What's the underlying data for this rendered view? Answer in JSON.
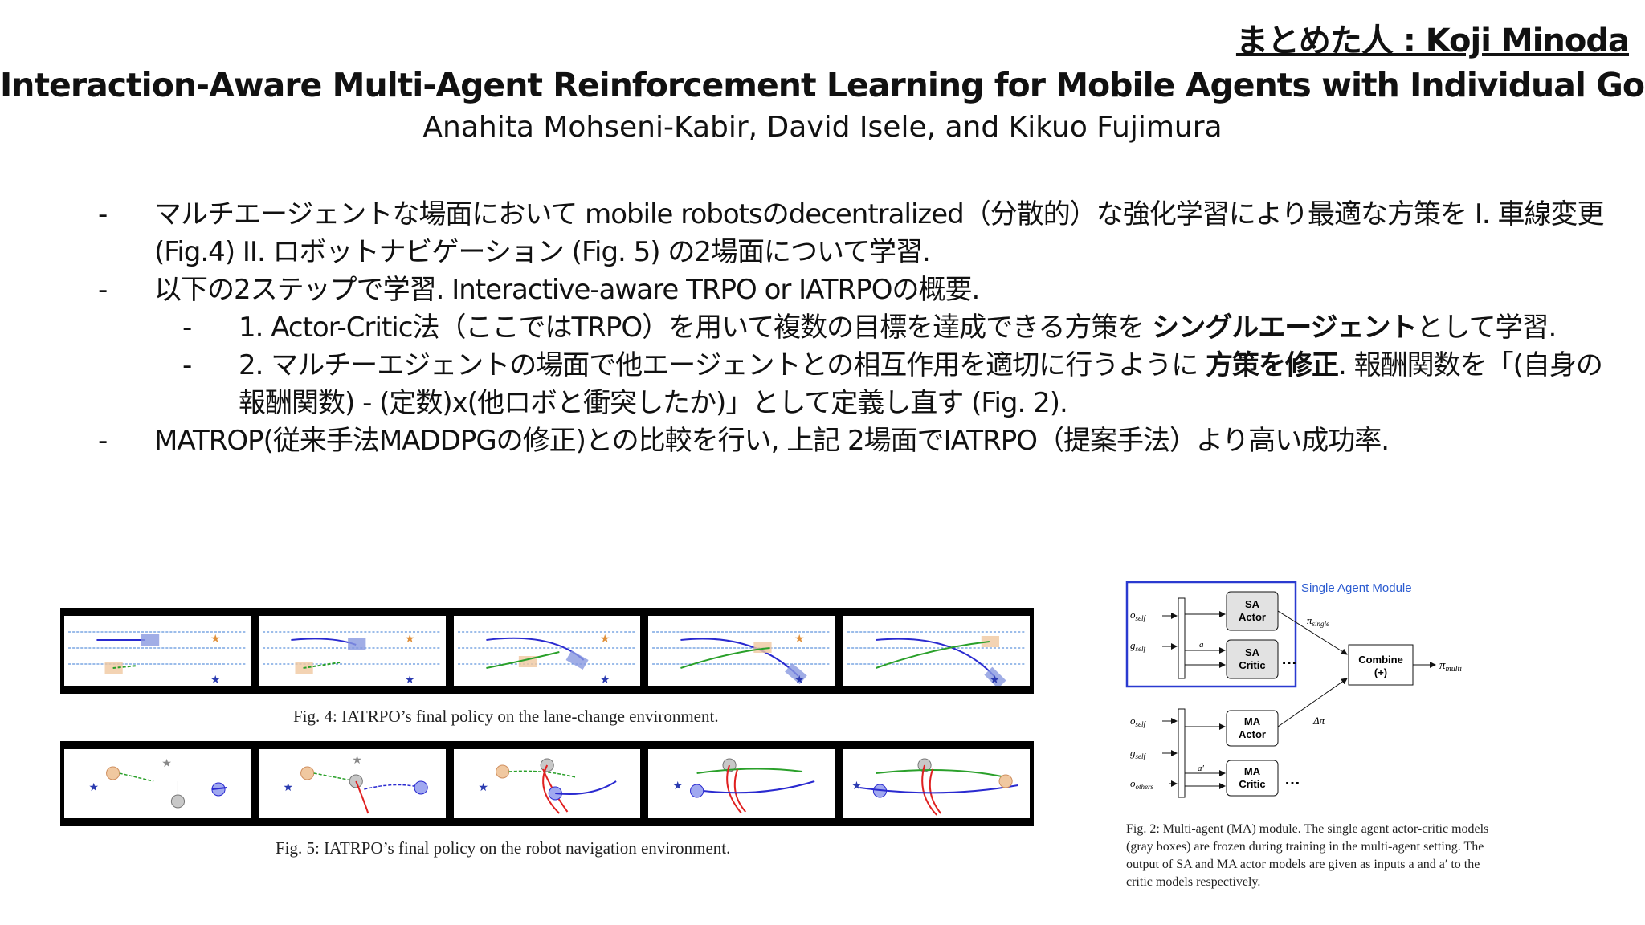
{
  "author_tag": "まとめた人 : Koji Minoda",
  "title": "Interaction-Aware Multi-Agent Reinforcement Learning for Mobile Agents with Individual Goals",
  "authors": "Anahita Mohseni-Kabir, David Isele, and Kikuo Fujimura",
  "bullets": {
    "b1": {
      "dash": "-",
      "p1": "マルチエージェントな場面において mobile robotsのdecentralized（分散的）な強化学習により最適な方策を I. 車線変更(Fig.4) II. ロボットナビゲーション (Fig. 5) の2場面について学習."
    },
    "b2": {
      "dash": "-",
      "p1": "以下の2ステップで学習.  Interactive-aware TRPO or IATRPOの概要."
    },
    "b3": {
      "dash": "-",
      "p1": "1. Actor-Critic法（ここではTRPO）を用いて複数の目標を達成できる方策を ",
      "bold": "シングルエージェント",
      "p2": "として学習."
    },
    "b4": {
      "dash": "-",
      "p1": "2. マルチーエジェントの場面で他エージェントとの相互作用を適切に行うように ",
      "bold": "方策を修正",
      "p2": ". 報酬関数を「(自身の報酬関数) - (定数)x(他ロボと衝突したか)」として定義し直す (Fig. 2)."
    },
    "b5": {
      "dash": "-",
      "p1": "MATROP(従来手法MADDPGの修正)との比較を行い, 上記 2場面でIATRPO（提案手法）より高い成功率."
    }
  },
  "fig4": {
    "caption": "Fig. 4: IATRPO’s final policy on the lane-change environment."
  },
  "fig5": {
    "caption": "Fig. 5: IATRPO’s final policy on the robot navigation environment."
  },
  "fig2": {
    "module_title": "Single Agent Module",
    "sa_actor": [
      "SA",
      "Actor"
    ],
    "sa_critic": [
      "SA",
      "Critic"
    ],
    "ma_actor": [
      "MA",
      "Actor"
    ],
    "ma_critic": [
      "MA",
      "Critic"
    ],
    "combine": [
      "Combine",
      "(+)"
    ],
    "in_o_self_1": "o",
    "in_o_self_1_sub": "self",
    "in_g_self_1": "g",
    "in_g_self_1_sub": "self",
    "in_o_self_2": "o",
    "in_o_self_2_sub": "self",
    "in_g_self_2": "g",
    "in_g_self_2_sub": "self",
    "in_o_others": "o",
    "in_o_others_sub": "others",
    "label_a": "a",
    "label_a_prime": "a′",
    "pi_single": "π",
    "pi_single_sub": "single",
    "pi_multi": "π",
    "pi_multi_sub": "multi",
    "delta_pi": "Δπ",
    "ellipsis_1": "…",
    "ellipsis_2": "…",
    "caption": "Fig. 2: Multi-agent (MA) module. The single agent actor-critic models (gray boxes) are frozen during training in the multi-agent setting. The output of SA and MA actor models are given as inputs a and a′ to the critic models respectively."
  },
  "colors": {
    "path_blue": "#2a2ad0",
    "path_green": "#2aa02a",
    "path_red": "#e02020",
    "lane": "#3a7bd5",
    "star_orange": "#e0903a",
    "star_blue": "#2a3ab0",
    "module_border": "#2a3ad0",
    "module_title": "#2a5ad0"
  }
}
